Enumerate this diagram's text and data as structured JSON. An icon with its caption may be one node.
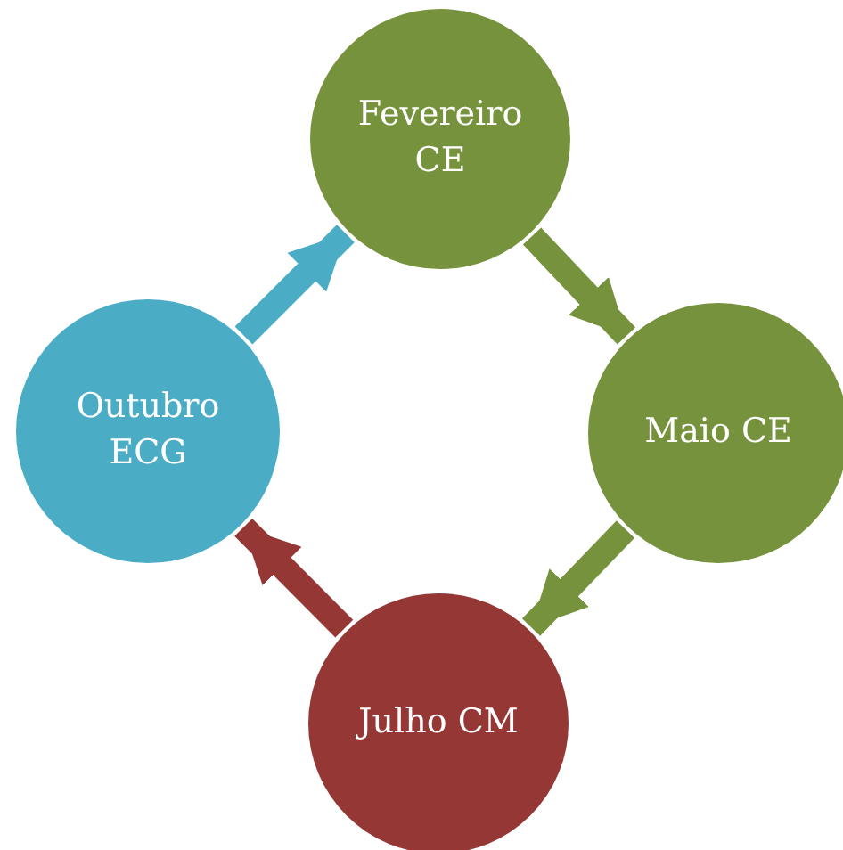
{
  "diagram": {
    "nodes": [
      {
        "text": [
          "Fevereiro CE"
        ]
      },
      {
        "text": [
          "Maio CE"
        ]
      },
      {
        "text": [
          "Julho CM"
        ]
      },
      {
        "text": [
          "Outubro ECG"
        ]
      }
    ],
    "edges": [
      {
        "from": 3,
        "to": 0,
        "arrow": "to",
        "color": "#4bacc6"
      },
      {
        "from": 0,
        "to": 1,
        "arrow": "to"
      },
      {
        "from": 1,
        "to": 2,
        "arrow": "to"
      },
      {
        "from": 2,
        "to": 3,
        "arrow": "to",
        "color": "#953735"
      }
    ]
  }
}
